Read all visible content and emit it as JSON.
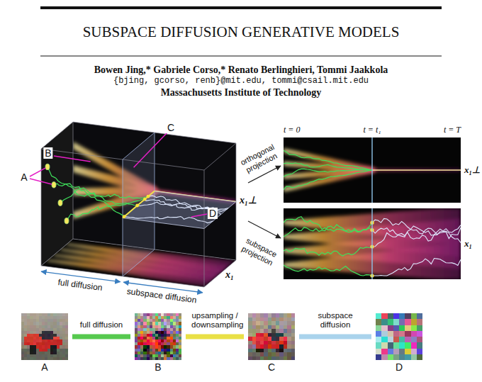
{
  "diagram": {
    "title": "SUBSPACE DIFFUSION GENERATIVE MODELS",
    "nodes": [
      {
        "text": [
          "A"
        ]
      },
      {
        "text": [
          "B"
        ]
      },
      {
        "text": [
          "C"
        ]
      },
      {
        "text": [
          "D"
        ]
      }
    ],
    "edges": [
      {
        "from": 0,
        "to": 1,
        "arrow": "none",
        "label": "full diffusion"
      },
      {
        "from": 1,
        "to": 2,
        "arrow": "none",
        "label": "upsampling / downsampling"
      },
      {
        "from": 2,
        "to": 3,
        "arrow": "none",
        "label": "subspace diffusion"
      }
    ],
    "labels": [
      "Bowen Jing,* Gabriele Corso,* Renato Berlinghieri, Tommi Jaakkola",
      "{bjing, gcorso, renb}@mit.edu, tommi@csail.mit.edu",
      "Massachusetts Institute of Technology",
      "A",
      "B",
      "C",
      "D",
      "full diffusion",
      "subspace diffusion",
      "x₁⊥",
      "x₁",
      "orthogonal projection",
      "subspace projection",
      "t = 0",
      "t = t₁",
      "t = T",
      "x₁⊥",
      "x₁"
    ]
  }
}
